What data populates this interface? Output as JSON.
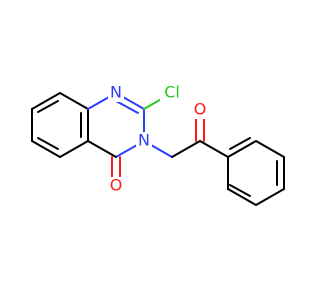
{
  "structure": {
    "colors": {
      "bond": "#000000",
      "nitrogen": "#2b3cff",
      "oxygen": "#ff1a1a",
      "chlorine": "#26c926",
      "background": "#ffffff"
    },
    "atom_labels": {
      "n1": "N",
      "n3": "N",
      "o_lactam": "O",
      "o_ketone": "O",
      "cl": "Cl"
    }
  }
}
